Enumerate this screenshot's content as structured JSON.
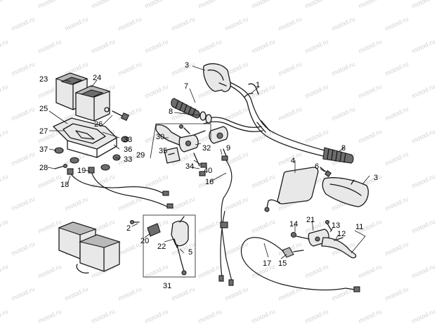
{
  "watermark": "motod.ru",
  "colors": {
    "line": "#1a1a1a",
    "fill": "#e8e8e8",
    "dark": "#6d6d6d",
    "watermark": "#d2d2d2"
  },
  "labels": {
    "l1": "1",
    "l2": "2",
    "l3a": "3",
    "l3b": "3",
    "l4": "4",
    "l5": "5",
    "l6": "6",
    "l7": "7",
    "l8a": "8",
    "l8b": "8",
    "l9": "9",
    "l11": "11",
    "l12": "12",
    "l13": "13",
    "l14": "14",
    "l15": "15",
    "l16": "16",
    "l17": "17",
    "l18": "18",
    "l19": "19",
    "l20": "20",
    "l21": "21",
    "l22": "22",
    "l23": "23",
    "l24": "24",
    "l25": "25",
    "l26": "26",
    "l27": "27",
    "l28": "28",
    "l29": "29",
    "l30": "30",
    "l31": "31",
    "l32": "32",
    "l33a": "33",
    "l33b": "33",
    "l34": "34",
    "l35": "35",
    "l36": "36",
    "l37": "37",
    "l40": "40"
  }
}
